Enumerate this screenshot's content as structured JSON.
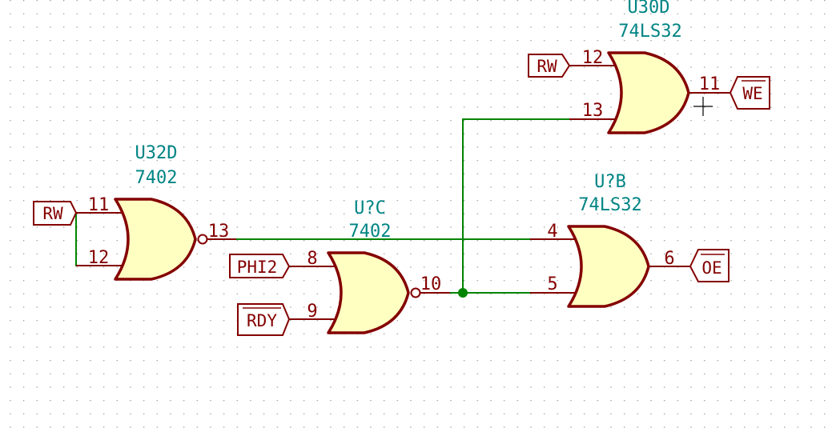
{
  "colors": {
    "component": "#840000",
    "body_fill": "#ffffc2",
    "reference": "#008484",
    "wire": "#008400",
    "background": "#ffffff"
  },
  "gates": {
    "u30d": {
      "ref": "U30D",
      "value": "74LS32",
      "pins": {
        "in1": "12",
        "in2": "13",
        "out": "11"
      }
    },
    "u32d": {
      "ref": "U32D",
      "value": "7402",
      "pins": {
        "in1": "11",
        "in2": "12",
        "out": "13"
      }
    },
    "uc": {
      "ref": "U?C",
      "value": "7402",
      "pins": {
        "in1": "8",
        "in2": "9",
        "out": "10"
      }
    },
    "ub": {
      "ref": "U?B",
      "value": "74LS32",
      "pins": {
        "in1": "4",
        "in2": "5",
        "out": "6"
      }
    }
  },
  "labels": {
    "rw_top": "RW",
    "we": "WE",
    "rw_left": "RW",
    "phi2": "PHI2",
    "rdy": "RDY",
    "oe": "OE"
  }
}
